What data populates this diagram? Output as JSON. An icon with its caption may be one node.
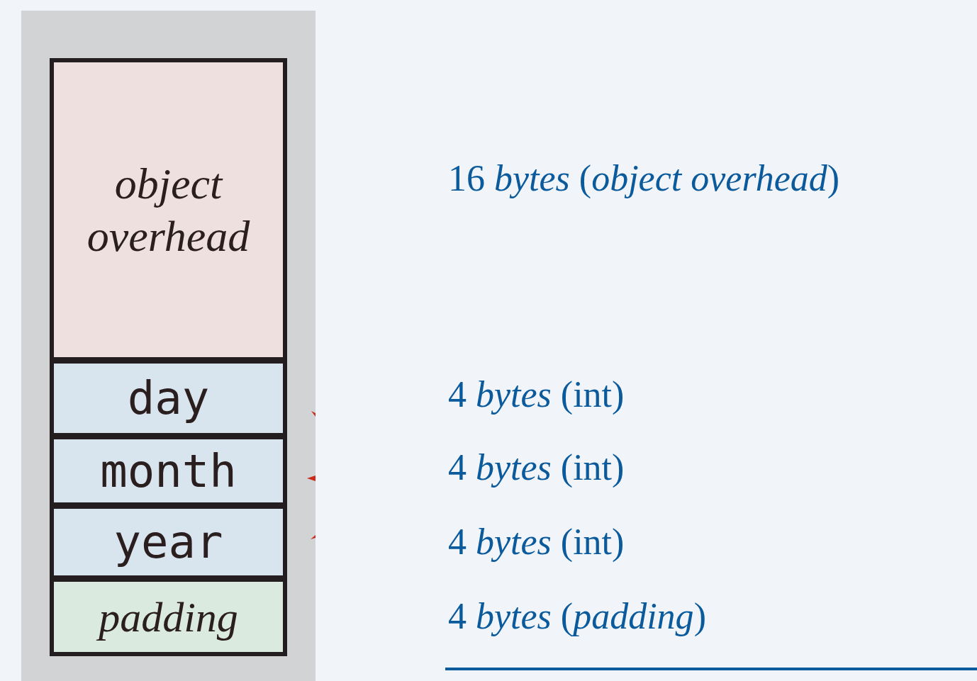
{
  "diagram": {
    "nodes": [
      {
        "text": [],
        "shape": "box"
      },
      {
        "text": [
          "object overhead"
        ],
        "in": 0
      },
      {
        "text": [
          "day"
        ],
        "in": 0
      },
      {
        "text": [
          "month"
        ],
        "in": 0
      },
      {
        "text": [
          "year"
        ],
        "in": 0
      },
      {
        "text": [
          "padding"
        ],
        "in": 0
      }
    ],
    "labels": [
      "16 *bytes* (*object overhead*)",
      "4 *bytes* (int)",
      "4 *bytes* (int)",
      "4 *bytes* (int)",
      "4 *bytes* (*padding*)"
    ]
  }
}
